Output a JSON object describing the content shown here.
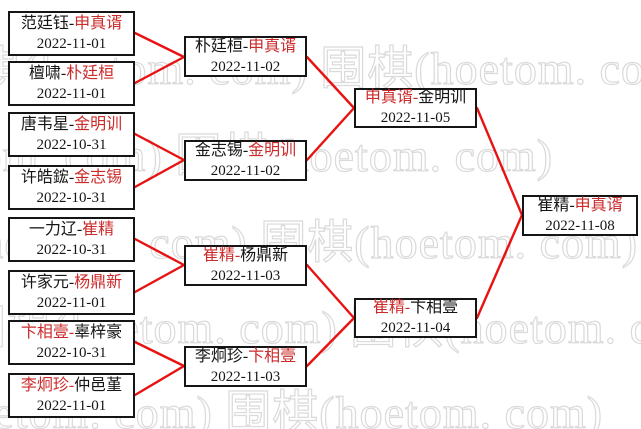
{
  "watermark": {
    "text": "围棋(hoetom. com)"
  },
  "separator": "-",
  "colors": {
    "connector_red": "#e81212",
    "winner_red": "#cc2b2b",
    "box_border": "#151515"
  },
  "bracket": {
    "round_of_16": [
      {
        "p1": "范廷钰",
        "p2": "申真谞",
        "date": "2022-11-01",
        "winner": "p2"
      },
      {
        "p1": "檀啸",
        "p2": "朴廷桓",
        "date": "2022-11-01",
        "winner": "p2"
      },
      {
        "p1": "唐韦星",
        "p2": "金明训",
        "date": "2022-10-31",
        "winner": "p2"
      },
      {
        "p1": "许皓鋐",
        "p2": "金志锡",
        "date": "2022-10-31",
        "winner": "p2"
      },
      {
        "p1": "一力辽",
        "p2": "崔精",
        "date": "2022-10-31",
        "winner": "p2"
      },
      {
        "p1": "许家元",
        "p2": "杨鼎新",
        "date": "2022-11-01",
        "winner": "p2"
      },
      {
        "p1": "卞相壹",
        "p2": "辜梓豪",
        "date": "2022-10-31",
        "winner": "p1"
      },
      {
        "p1": "李炯珍",
        "p2": "仲邑堇",
        "date": "2022-11-01",
        "winner": "p1"
      }
    ],
    "quarterfinals": [
      {
        "p1": "朴廷桓",
        "p2": "申真谞",
        "date": "2022-11-02",
        "winner": "p2"
      },
      {
        "p1": "金志锡",
        "p2": "金明训",
        "date": "2022-11-02",
        "winner": "p2"
      },
      {
        "p1": "崔精",
        "p2": "杨鼎新",
        "date": "2022-11-03",
        "winner": "p1"
      },
      {
        "p1": "李炯珍",
        "p2": "卞相壹",
        "date": "2022-11-03",
        "winner": "p2"
      }
    ],
    "semifinals": [
      {
        "p1": "申真谞",
        "p2": "金明训",
        "date": "2022-11-05",
        "winner": "p1"
      },
      {
        "p1": "崔精",
        "p2": "卞相壹",
        "date": "2022-11-04",
        "winner": "p1"
      }
    ],
    "final": {
      "p1": "崔精",
      "p2": "申真谞",
      "date": "2022-11-08",
      "winner": "p2"
    }
  }
}
